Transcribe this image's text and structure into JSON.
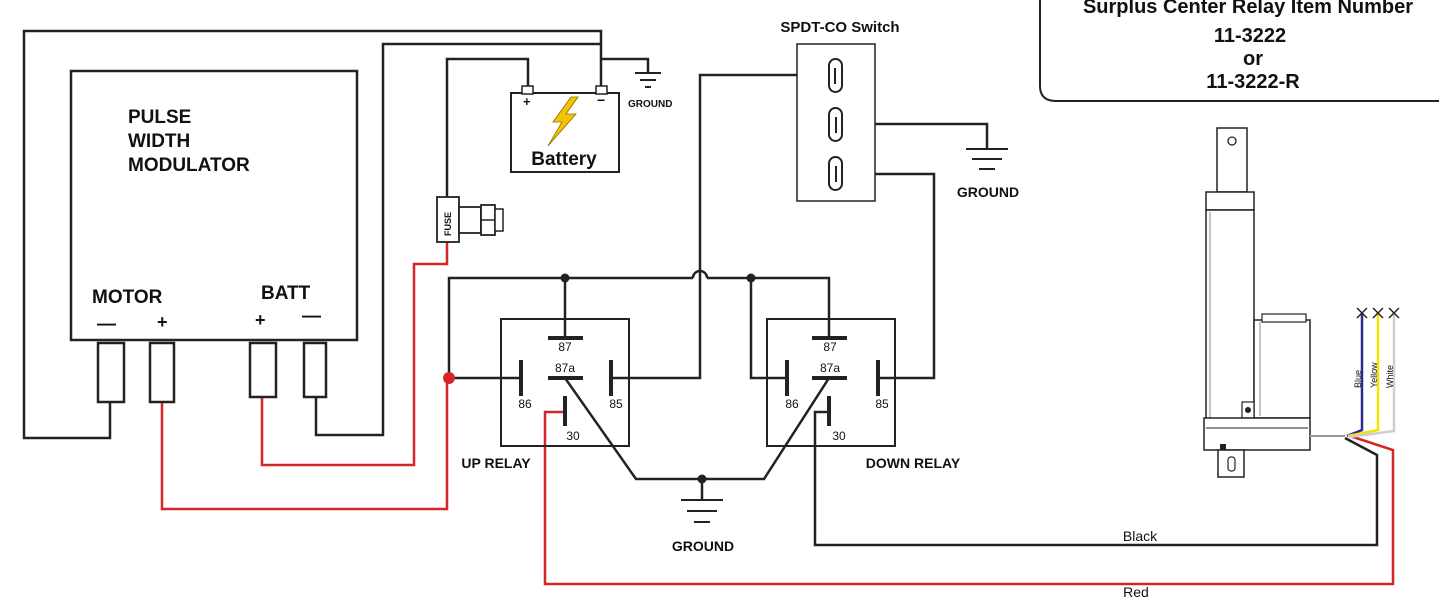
{
  "info_box": {
    "line1": "Surplus Center Relay Item Number",
    "line2": "11-3222",
    "line3": "or",
    "line4": "11-3222-R"
  },
  "pwm": {
    "title_line1": "PULSE",
    "title_line2": "WIDTH",
    "title_line3": "MODULATOR",
    "motor_label": "MOTOR",
    "batt_label": "BATT",
    "motor_minus": "—",
    "motor_plus": "+",
    "batt_plus": "+",
    "batt_minus": "—"
  },
  "battery": {
    "label": "Battery",
    "plus": "+",
    "minus": "−"
  },
  "fuse": {
    "label": "FUSE"
  },
  "switch": {
    "title": "SPDT-CO Switch"
  },
  "grounds": {
    "battery_ground": "GROUND",
    "switch_ground": "GROUND",
    "relay_ground": "GROUND"
  },
  "up_relay": {
    "name": "UP RELAY",
    "pin_87": "87",
    "pin_87a": "87a",
    "pin_86": "86",
    "pin_85": "85",
    "pin_30": "30"
  },
  "down_relay": {
    "name": "DOWN RELAY",
    "pin_87": "87",
    "pin_87a": "87a",
    "pin_86": "86",
    "pin_85": "85",
    "pin_30": "30"
  },
  "actuator": {
    "wire_blue": "Blue",
    "wire_yellow": "Yellow",
    "wire_white": "White"
  },
  "wires": {
    "black": "Black",
    "red": "Red"
  },
  "colors": {
    "black_wire": "#222222",
    "red_wire": "#d42626",
    "blue_wire": "#2b2b8f",
    "yellow_wire": "#f2e600",
    "white_wire": "#cfcfcf",
    "bolt": "#f5c400"
  }
}
